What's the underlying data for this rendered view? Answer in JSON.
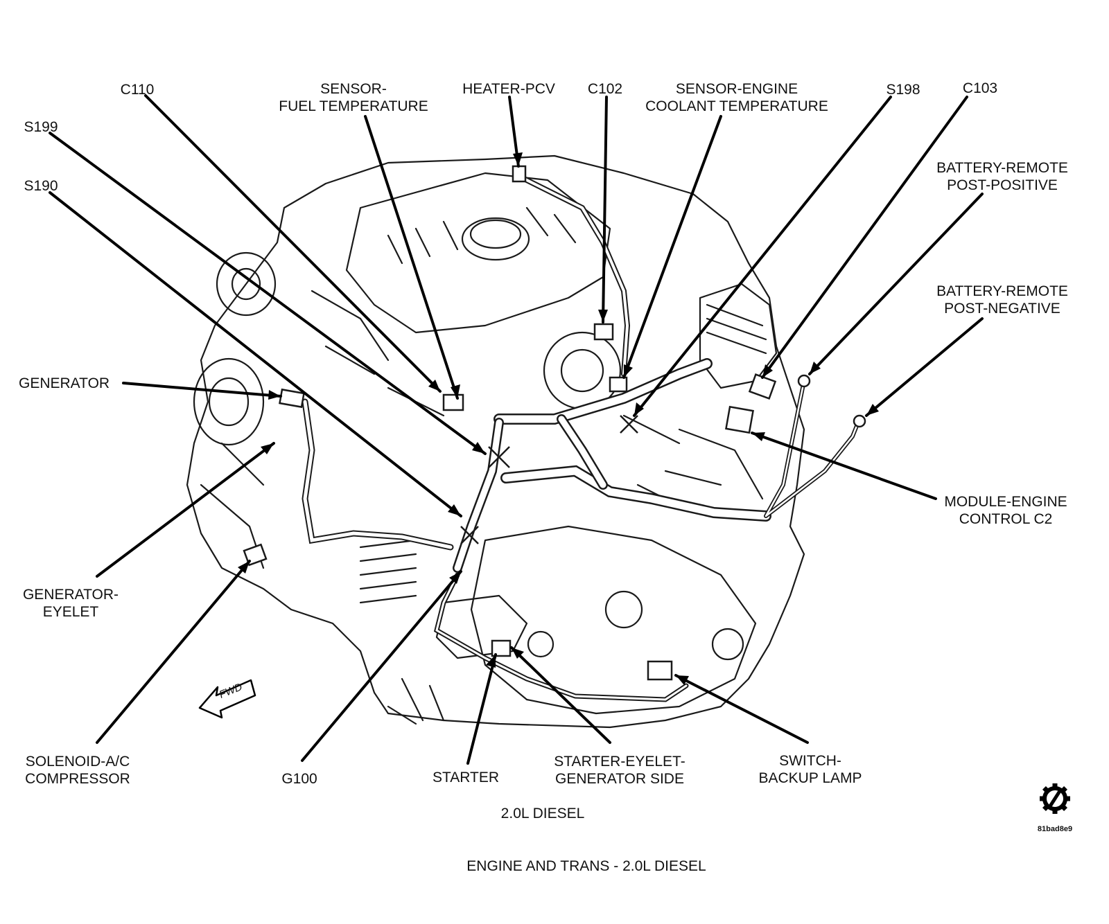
{
  "labels": {
    "c110": "C110",
    "s199": "S199",
    "s190": "S190",
    "sensor_fuel_temp": [
      "SENSOR-",
      "FUEL TEMPERATURE"
    ],
    "heater_pcv": "HEATER-PCV",
    "c102": "C102",
    "sensor_coolant_temp": [
      "SENSOR-ENGINE",
      "COOLANT TEMPERATURE"
    ],
    "s198": "S198",
    "c103": "C103",
    "battery_remote_pos": [
      "BATTERY-REMOTE",
      "POST-POSITIVE"
    ],
    "battery_remote_neg": [
      "BATTERY-REMOTE",
      "POST-NEGATIVE"
    ],
    "generator": "GENERATOR",
    "module_engine_control": [
      "MODULE-ENGINE",
      "CONTROL C2"
    ],
    "generator_eyelet": [
      "GENERATOR-",
      "EYELET"
    ],
    "solenoid_ac": [
      "SOLENOID-A/C",
      "COMPRESSOR"
    ],
    "g100": "G100",
    "starter": "STARTER",
    "starter_eyelet": [
      "STARTER-EYELET-",
      "GENERATOR SIDE"
    ],
    "switch_backup": [
      "SWITCH-",
      "BACKUP LAMP"
    ]
  },
  "fwd_label": "FWD",
  "subcaption": "2.0L DIESEL",
  "caption": "ENGINE AND TRANS - 2.0L DIESEL",
  "image_code": "81bad8e9",
  "icons": {
    "logo": "gear-slash-icon",
    "fwd": "fwd-arrow-icon"
  },
  "colors": {
    "ink": "#111111",
    "background": "#ffffff"
  }
}
